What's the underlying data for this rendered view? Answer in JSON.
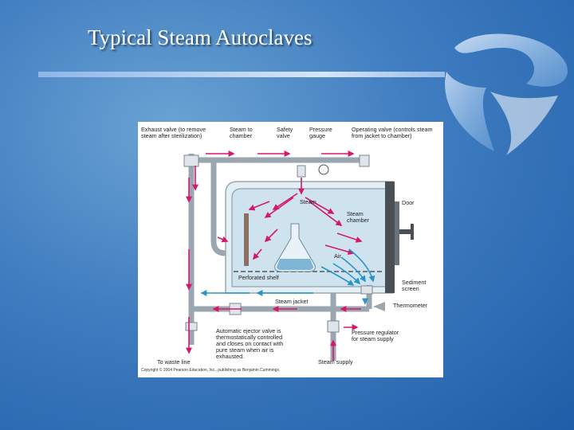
{
  "slide": {
    "title": "Typical Steam Autoclaves"
  },
  "diagram": {
    "labels": {
      "exhaust_valve": "Exhaust valve (to remove\nsteam after sterilization)",
      "steam_to_chamber": "Steam to\nchamber",
      "safety_valve": "Safety\nvalve",
      "pressure_gauge": "Pressure\ngauge",
      "operating_valve": "Operating valve (controls steam\nfrom jacket to chamber)",
      "door": "Door",
      "steam": "Steam",
      "steam_chamber": "Steam\nchamber",
      "air": "Air",
      "perforated_shelf": "Perforated shelf",
      "sediment_screen": "Sediment\nscreen",
      "steam_jacket": "Steam jacket",
      "thermometer": "Thermometer",
      "ejector_valve": "Automatic ejector valve is\nthermostatically controlled\nand closes on contact with\npure steam when air is\nexhausted.",
      "pressure_regulator": "Pressure regulator\nfor steam supply",
      "to_waste_line": "To waste line",
      "steam_supply": "Steam supply"
    },
    "copyright": "Copyright © 2004 Pearson Education, Inc., publishing as Benjamin Cummings."
  },
  "colors": {
    "steam_arrow": "#d4186e",
    "air_arrow": "#2a93c9",
    "chamber_fill": "#cfe3ef",
    "jacket_fill": "#e4eef5"
  }
}
